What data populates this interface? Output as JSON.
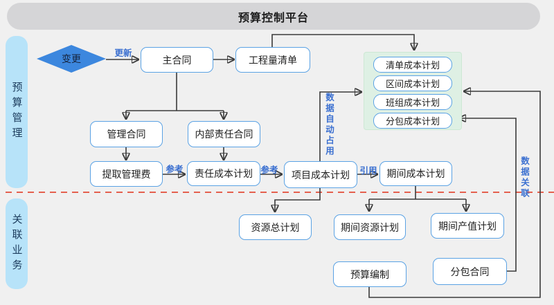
{
  "title": "预算控制平台",
  "sidebar": {
    "budget_section": "预算管理",
    "related_section": "关联业务"
  },
  "flow": {
    "change_diamond": "变更",
    "nodes": {
      "main_contract": "主合同",
      "boq": "工程量清单",
      "mgmt_contract": "管理合同",
      "internal_contract": "内部责任合同",
      "mgmt_fee": "提取管理费",
      "resp_cost_plan": "责任成本计划",
      "project_cost_plan": "项目成本计划",
      "period_cost_plan": "期间成本计划",
      "resource_total_plan": "资源总计划",
      "period_resource_plan": "期间资源计划",
      "period_output_plan": "期间产值计划",
      "budget_compile": "预算编制",
      "subcontract": "分包合同"
    },
    "cost_plan_group": [
      "清单成本计划",
      "区间成本计划",
      "班组成本计划",
      "分包成本计划"
    ],
    "edge_labels": {
      "update": "更新",
      "ref_1": "参考",
      "ref_2": "参考",
      "cite": "引用",
      "auto_occupy": "数据自动占用",
      "data_link": "数据关联"
    }
  },
  "colors": {
    "background": "#f0f0f0",
    "titlebar_gray": "#d5d5d7",
    "sidebar_blue": "#b7e3f9",
    "node_border_blue": "#5aa2e4",
    "diamond_blue": "#3c87de",
    "group_green": "#def0e4",
    "edge_label_blue": "#3a6fd0",
    "divider_red": "#e4604e",
    "line_dark": "#3a3a3a"
  }
}
